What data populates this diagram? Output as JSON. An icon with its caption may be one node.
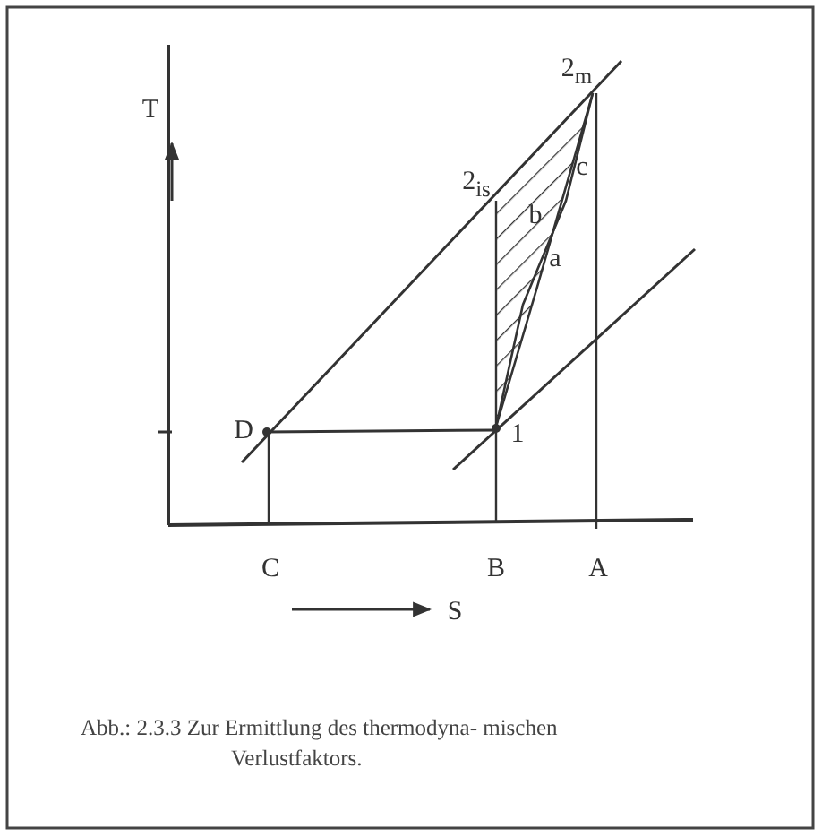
{
  "diagram": {
    "caption": "Abb.: 2.3.3 Zur Ermittlung des thermodyna- mischen Verlustfaktors.",
    "labels": [
      "T",
      "2$_{m}$",
      "2$_{is}$",
      "c",
      "b",
      "a",
      "D",
      "1",
      "C",
      "B",
      "A",
      "S"
    ]
  }
}
